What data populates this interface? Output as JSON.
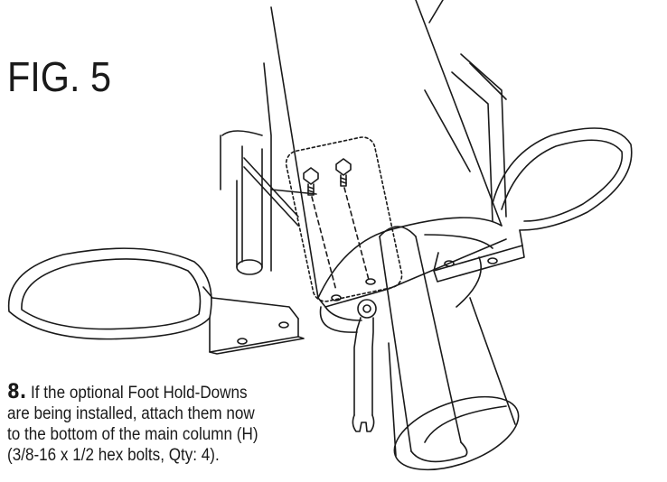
{
  "figure": {
    "title": "FIG. 5"
  },
  "instruction": {
    "step_number": "8.",
    "lines": [
      "If the optional Foot Hold-Downs",
      "are being installed, attach them now",
      "to the bottom of the main column (H)",
      "(3/8-16 x 1/2 hex bolts, Qty: 4)."
    ]
  },
  "colors": {
    "line": "#1a1a1a",
    "background": "#ffffff"
  }
}
